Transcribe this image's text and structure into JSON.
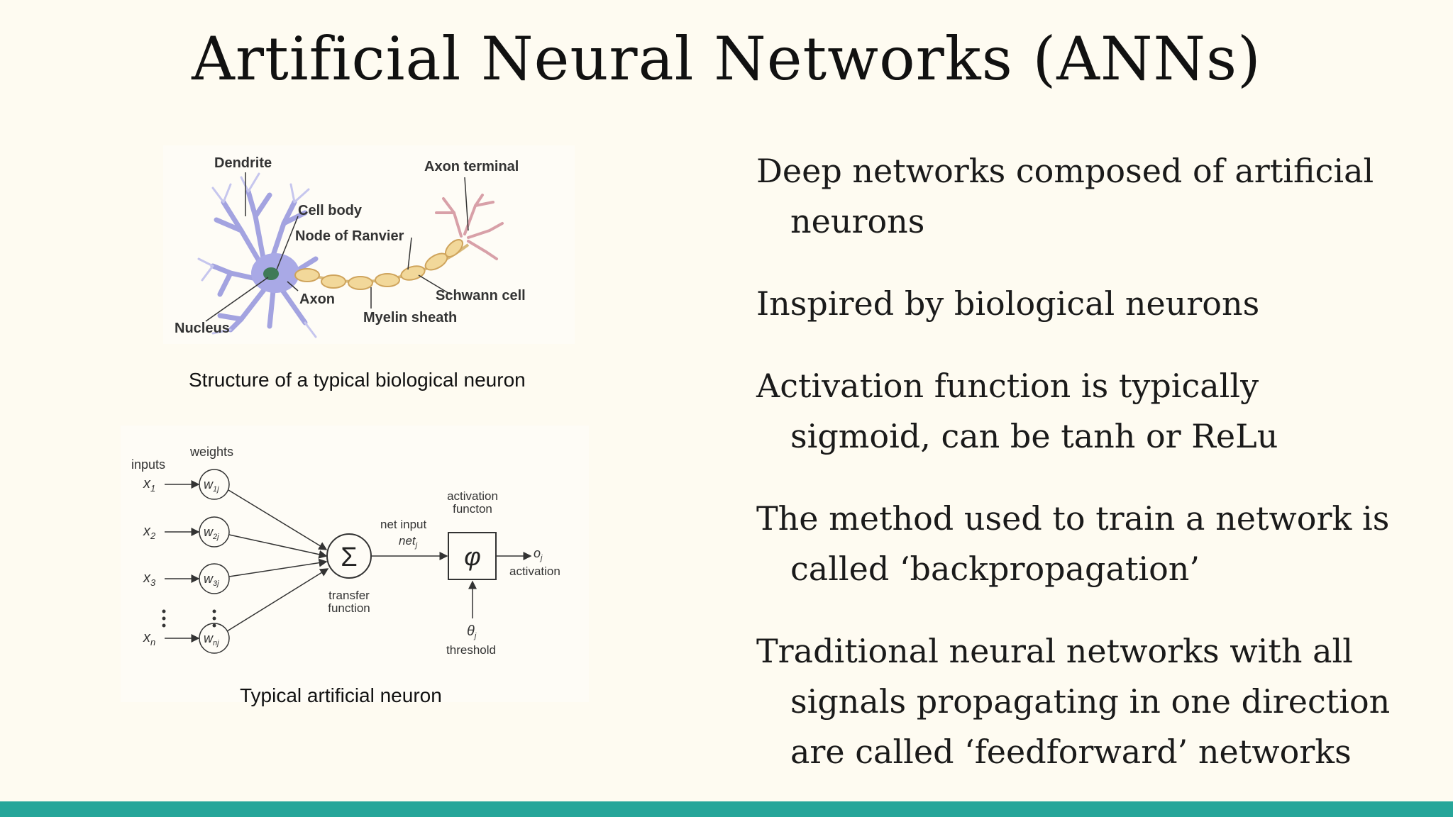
{
  "slide": {
    "title": "Artificial Neural Networks (ANNs)",
    "accent_color": "#26a69a",
    "background_color": "#fefbf1"
  },
  "bullets": [
    "Deep networks composed of artificial neurons",
    "Inspired by biological neurons",
    "Activation function is typically sigmoid, can be tanh or ReLu",
    "The method used to train a network is called ‘backpropagation’",
    "Traditional neural networks with all signals propagating in one direction are called ‘feedforward’ networks"
  ],
  "bio_figure": {
    "caption": "Structure of a typical biological neuron",
    "labels": {
      "dendrite": "Dendrite",
      "axon_terminal": "Axon terminal",
      "cell_body": "Cell body",
      "node_of_ranvier": "Node of Ranvier",
      "axon": "Axon",
      "schwann_cell": "Schwann cell",
      "myelin_sheath": "Myelin sheath",
      "nucleus": "Nucleus"
    }
  },
  "ann_figure": {
    "caption": "Typical artificial neuron",
    "labels": {
      "inputs": "inputs",
      "weights": "weights",
      "x1": "x",
      "x1_sub": "1",
      "x2": "x",
      "x2_sub": "2",
      "x3": "x",
      "x3_sub": "3",
      "xn": "x",
      "xn_sub": "n",
      "w1": "w",
      "w1_sub": "1j",
      "w2": "w",
      "w2_sub": "2j",
      "w3": "w",
      "w3_sub": "3j",
      "wn": "w",
      "wn_sub": "nj",
      "sum_symbol": "Σ",
      "phi_symbol": "φ",
      "net_input": "net input",
      "net_j": "net",
      "net_j_sub": "j",
      "activation_function_line1": "activation",
      "activation_function_line2": "functon",
      "transfer_function_line1": "transfer",
      "transfer_function_line2": "function",
      "o_j": "o",
      "o_j_sub": "j",
      "activation": "activation",
      "theta_j": "θ",
      "theta_j_sub": "j",
      "threshold": "threshold"
    }
  }
}
